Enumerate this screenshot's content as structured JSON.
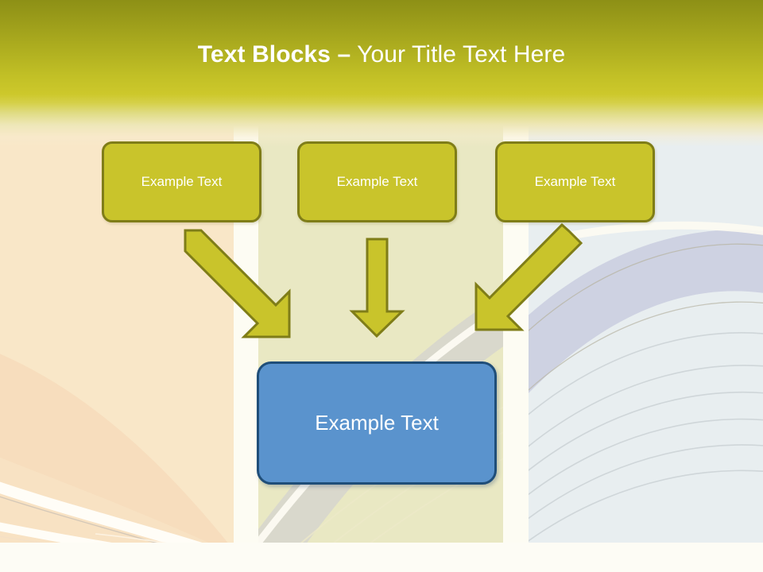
{
  "slide": {
    "title": {
      "bold_part": "Text Blocks ",
      "dash": "–",
      "regular_part": " Your Title Text Here",
      "full": "Text Blocks – Your Title Text Here"
    },
    "top_boxes": [
      {
        "label": "Example Text"
      },
      {
        "label": "Example Text"
      },
      {
        "label": "Example Text"
      }
    ],
    "bottom_box": {
      "label": "Example Text"
    },
    "arrows": [
      {
        "name": "arrow-left-diagonal",
        "direction": "down-right"
      },
      {
        "name": "arrow-middle-vertical",
        "direction": "down"
      },
      {
        "name": "arrow-right-diagonal",
        "direction": "down-left"
      }
    ],
    "colors": {
      "header_top": "#8d9016",
      "header_bottom": "#cdc82b",
      "box_yellow_fill": "#c9c42b",
      "box_yellow_border": "#7f7d18",
      "box_blue_fill": "#5a93cd",
      "box_blue_border": "#1f4e79",
      "arrow_fill": "#c9c42b",
      "arrow_border": "#7f7d18",
      "column_left": "#f9e7c8",
      "column_middle": "#e9e8c3",
      "column_right": "#e8eef0",
      "column_gap": "#fdfcf3",
      "slide_background": "#fdfcf6",
      "title_text": "#ffffff",
      "box_text": "#ffffff"
    }
  }
}
